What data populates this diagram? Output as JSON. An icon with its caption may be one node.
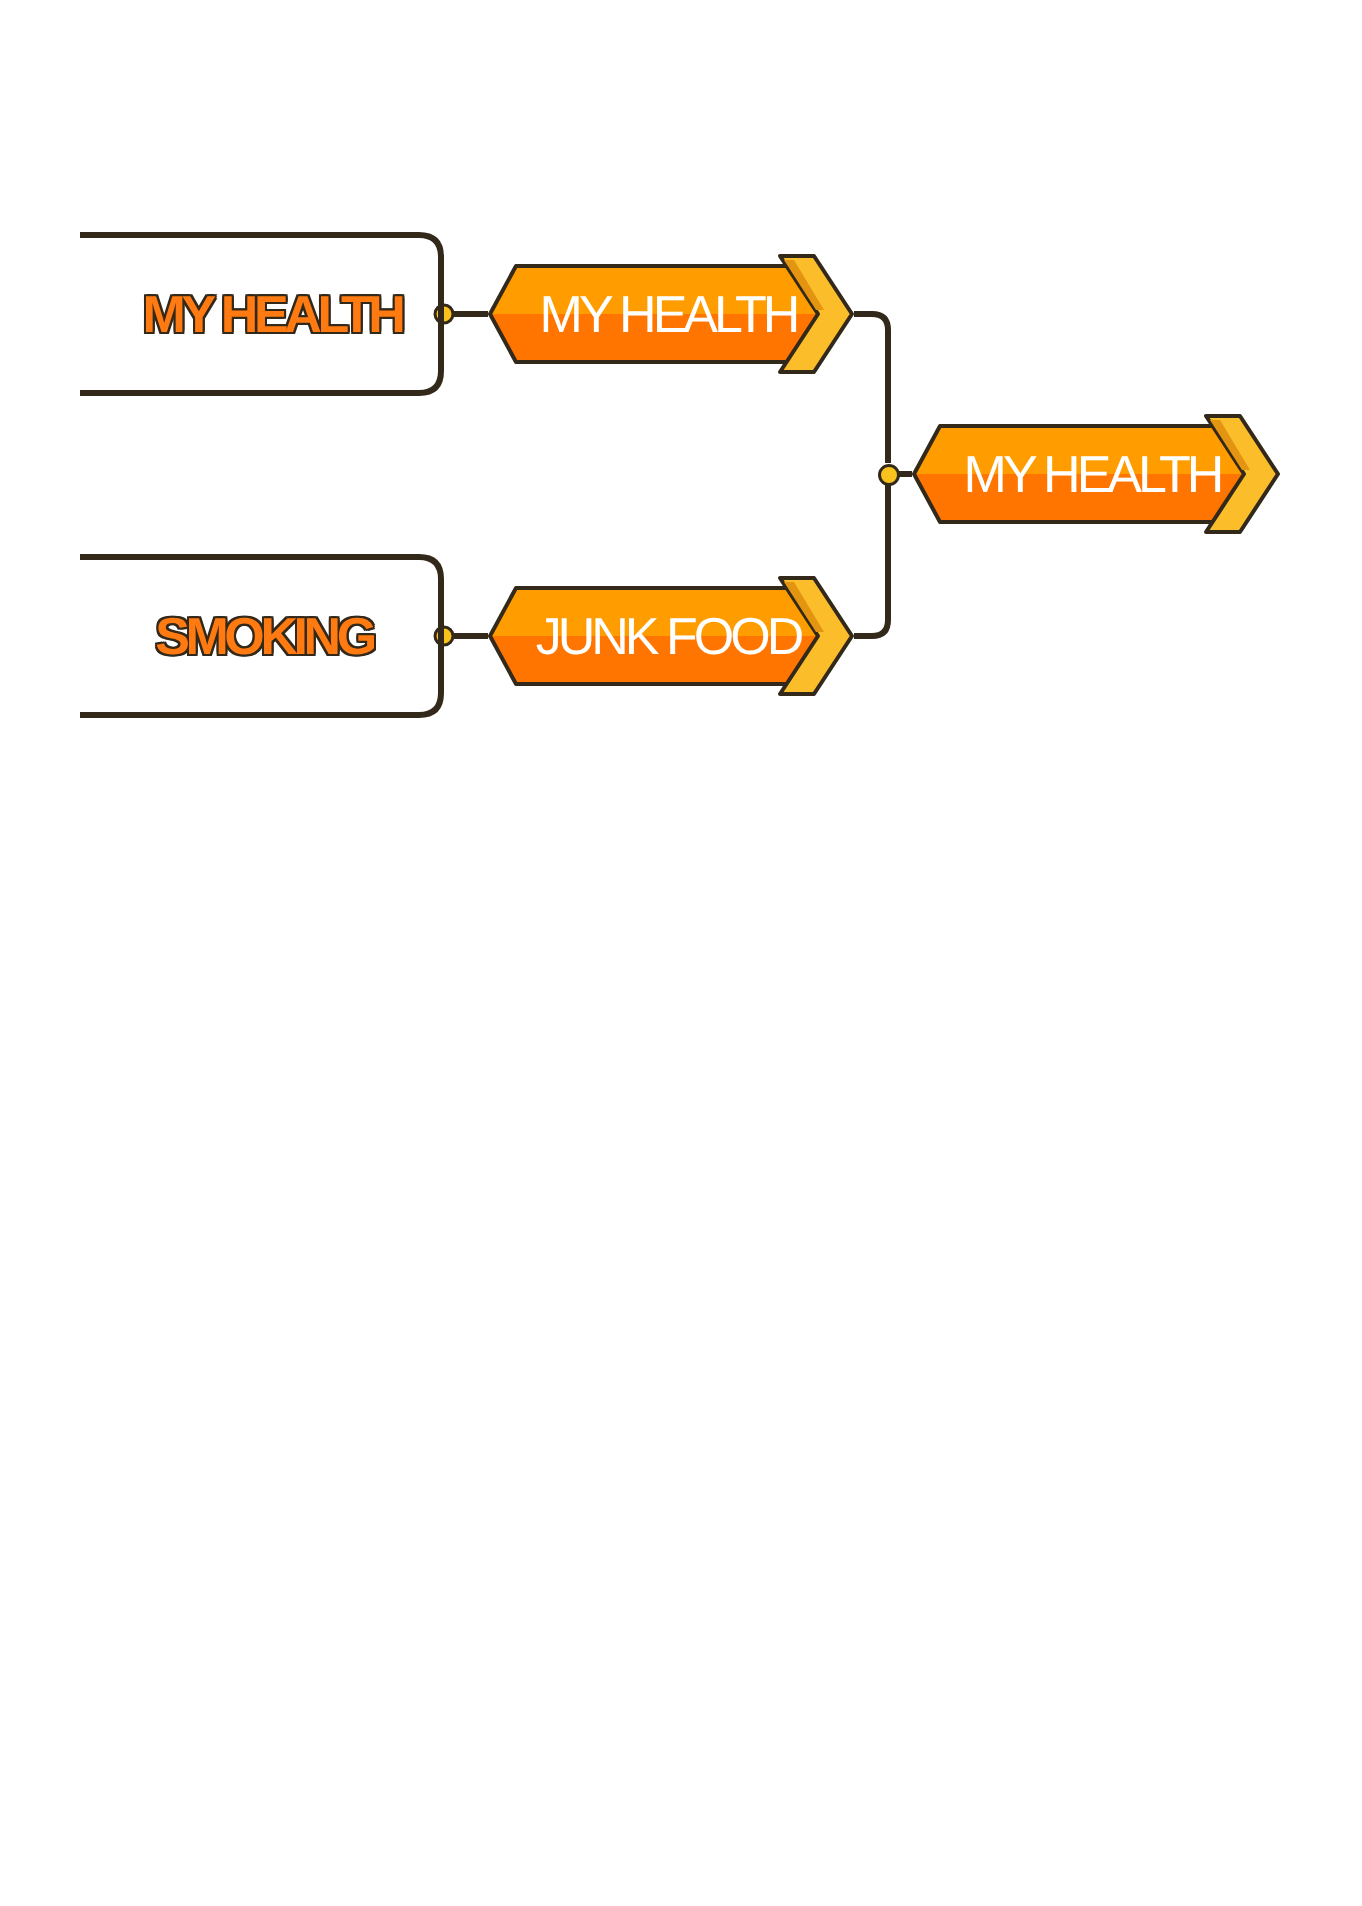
{
  "diagram": {
    "nodes": [
      {
        "text": [
          "MY HEALTH"
        ]
      },
      {
        "text": [
          "SMOKING"
        ]
      },
      {
        "text": [
          "MY HEALTH"
        ]
      },
      {
        "text": [
          "JUNK FOOD"
        ]
      },
      {
        "text": [
          "MY HEALTH"
        ]
      },
      {
        "text": [],
        "shape": "circle"
      }
    ],
    "edges": [
      {
        "from": 0,
        "to": 2,
        "arrow": "other"
      },
      {
        "from": 1,
        "to": 3,
        "arrow": "other"
      },
      {
        "from": 2,
        "to": 5,
        "arrow": "none"
      },
      {
        "from": 3,
        "to": 5,
        "arrow": "none"
      },
      {
        "from": 5,
        "to": 4,
        "arrow": "none"
      }
    ]
  }
}
